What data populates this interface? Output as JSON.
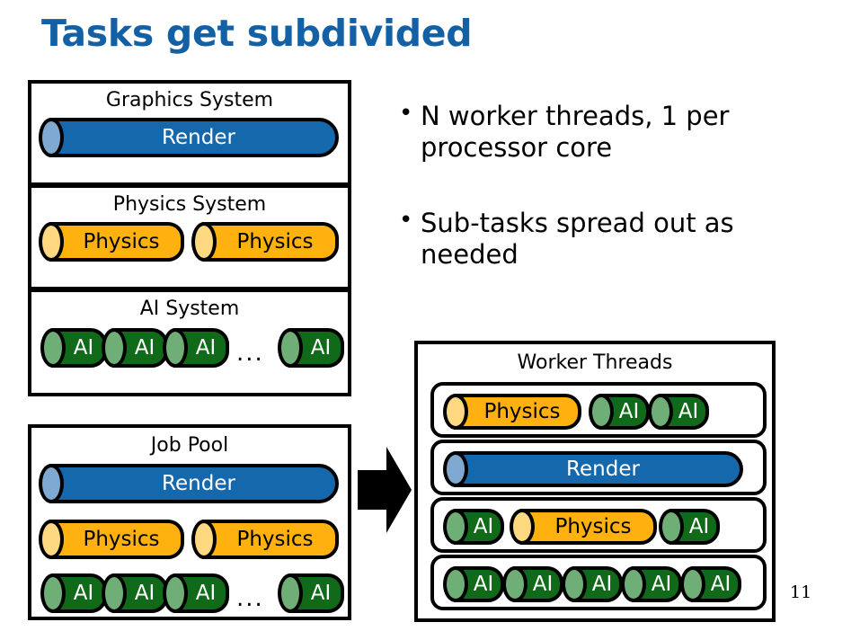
{
  "slide": {
    "title": "Tasks get subdivided",
    "page_number": "11",
    "title_color": "#1360a4"
  },
  "colors": {
    "render_body": "#1668ac",
    "render_cap": "#80a9d2",
    "physics_body": "#ffb20f",
    "physics_cap": "#ffd982",
    "ai_body": "#11691a",
    "ai_cap": "#6fae76",
    "border": "#000000",
    "background": "#ffffff"
  },
  "bullets": [
    "N worker threads, 1 per processor core",
    "Sub-tasks spread out as needed"
  ],
  "systems": [
    {
      "title": "Graphics System",
      "tasks": [
        {
          "label": "Render",
          "kind": "render"
        }
      ]
    },
    {
      "title": "Physics System",
      "tasks": [
        {
          "label": "Physics",
          "kind": "physics"
        },
        {
          "label": "Physics",
          "kind": "physics"
        }
      ]
    },
    {
      "title": "AI System",
      "tasks": [
        {
          "label": "AI",
          "kind": "ai"
        },
        {
          "label": "AI",
          "kind": "ai"
        },
        {
          "label": "AI",
          "kind": "ai"
        },
        {
          "label": "...",
          "kind": "ellipsis"
        },
        {
          "label": "AI",
          "kind": "ai"
        }
      ]
    }
  ],
  "job_pool": {
    "title": "Job Pool",
    "rows": [
      [
        {
          "label": "Render",
          "kind": "render"
        }
      ],
      [
        {
          "label": "Physics",
          "kind": "physics"
        },
        {
          "label": "Physics",
          "kind": "physics"
        }
      ],
      [
        {
          "label": "AI",
          "kind": "ai"
        },
        {
          "label": "AI",
          "kind": "ai"
        },
        {
          "label": "AI",
          "kind": "ai"
        },
        {
          "label": "...",
          "kind": "ellipsis"
        },
        {
          "label": "AI",
          "kind": "ai"
        }
      ]
    ]
  },
  "worker_threads": {
    "title": "Worker Threads",
    "threads": [
      [
        {
          "label": "Physics",
          "kind": "physics"
        },
        {
          "label": "AI",
          "kind": "ai"
        },
        {
          "label": "AI",
          "kind": "ai"
        }
      ],
      [
        {
          "label": "Render",
          "kind": "render"
        }
      ],
      [
        {
          "label": "AI",
          "kind": "ai"
        },
        {
          "label": "Physics",
          "kind": "physics"
        },
        {
          "label": "AI",
          "kind": "ai"
        }
      ],
      [
        {
          "label": "AI",
          "kind": "ai"
        },
        {
          "label": "AI",
          "kind": "ai"
        },
        {
          "label": "AI",
          "kind": "ai"
        },
        {
          "label": "AI",
          "kind": "ai"
        },
        {
          "label": "AI",
          "kind": "ai"
        }
      ]
    ]
  },
  "arrow": {
    "icon": "right-arrow-icon"
  }
}
